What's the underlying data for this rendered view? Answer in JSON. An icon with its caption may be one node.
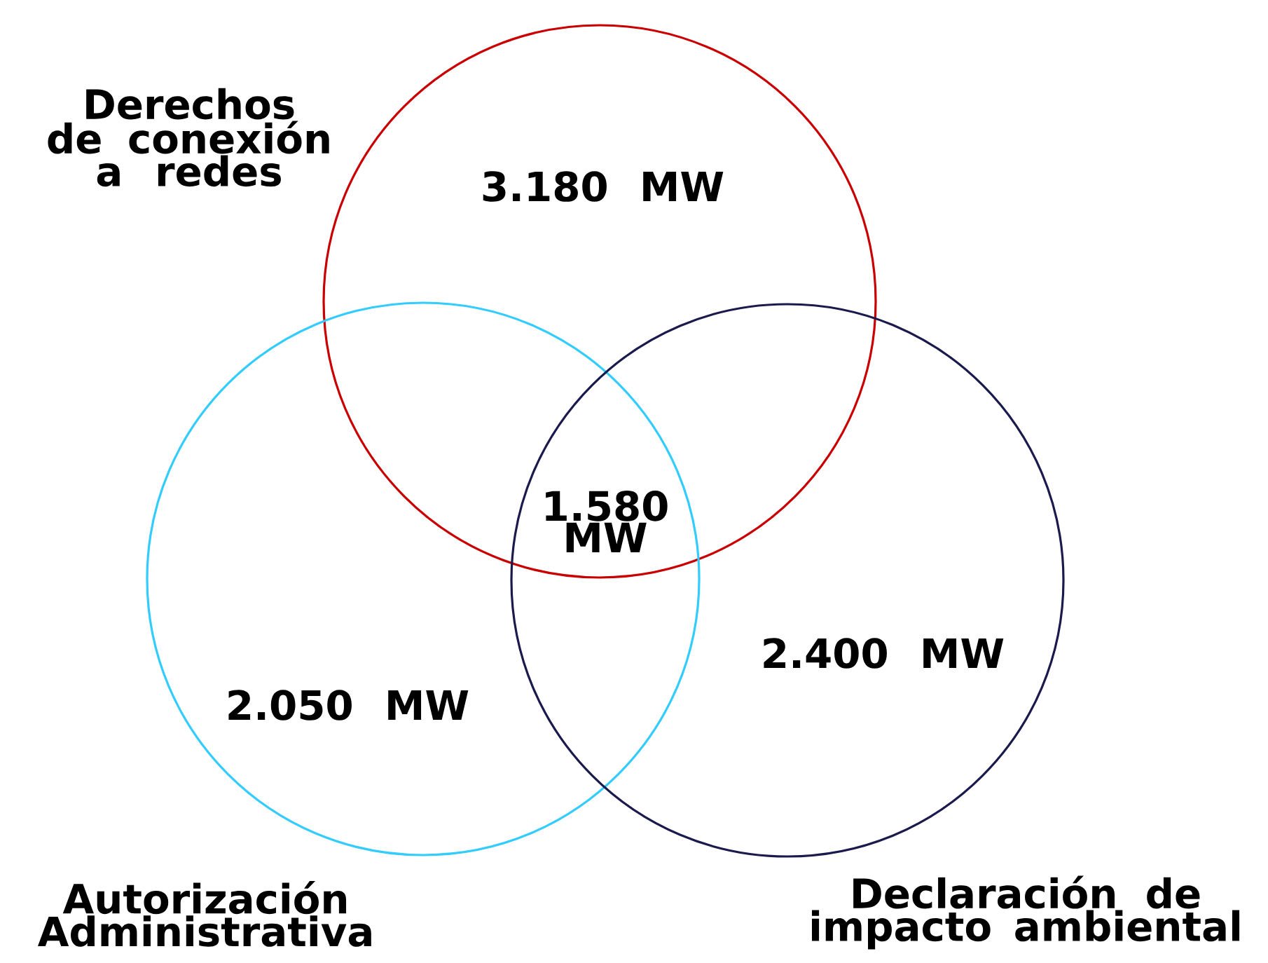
{
  "diagram": {
    "nodes": [
      {
        "text": [
          "Derechos de conexión a redes",
          "3.180 MW"
        ]
      },
      {
        "text": [
          "2.050 MW",
          "Autorización Administrativa"
        ]
      },
      {
        "text": [
          "2.400 MW",
          "Declaración de impacto ambiental"
        ]
      }
    ],
    "labels": [
      "1.580 MW"
    ]
  }
}
